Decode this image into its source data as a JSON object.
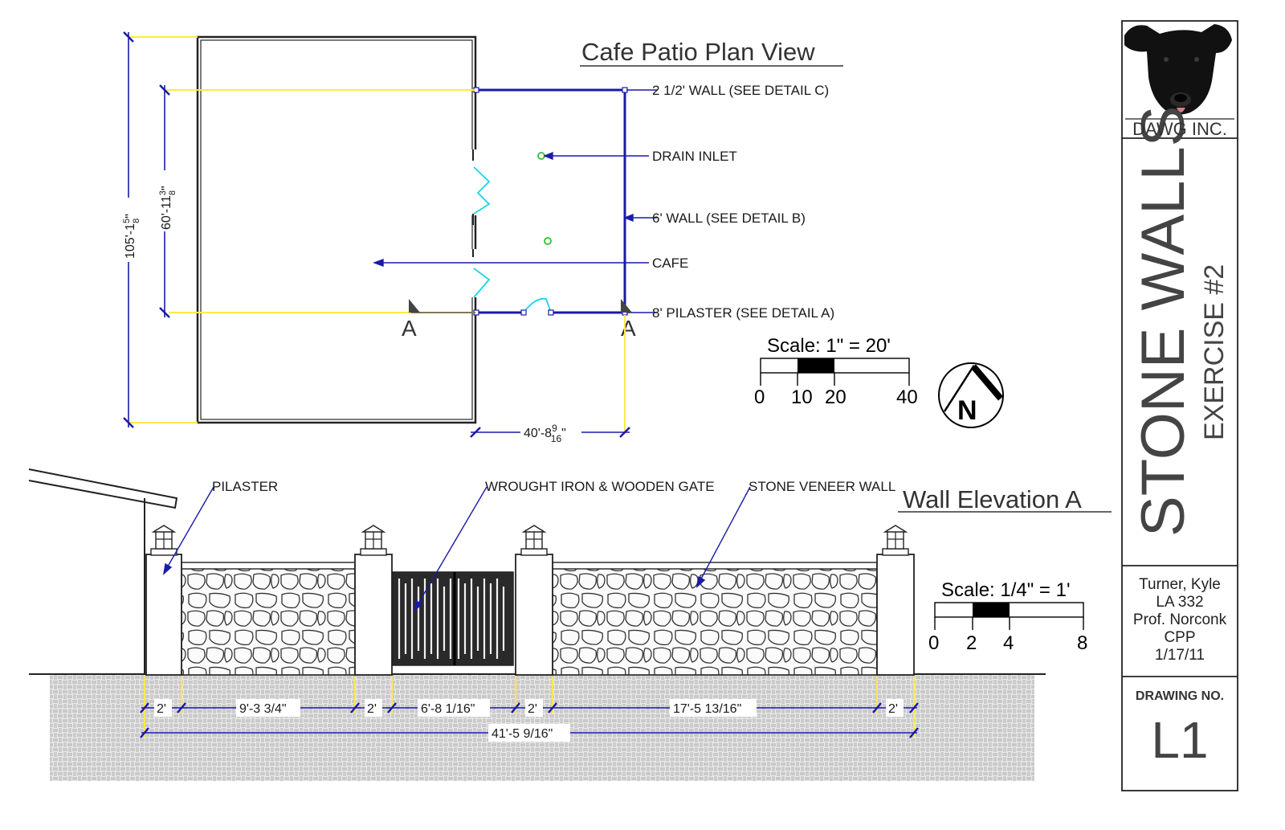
{
  "colors": {
    "blue": "#1a1aa8",
    "yellow": "#ffe84a",
    "cyan": "#1ad5e6",
    "green": "#2fbf2f",
    "line": "#222222"
  },
  "plan": {
    "title": "Cafe Patio Plan View",
    "callouts": {
      "wall_c": "2 1/2' WALL (SEE DETAIL C)",
      "drain": "DRAIN INLET",
      "wall_b": "6' WALL (SEE DETAIL B)",
      "cafe": "CAFE",
      "pilaster_a": "8' PILASTER (SEE DETAIL A)"
    },
    "section_mark": "A",
    "dims": {
      "overall_height": "105'-1",
      "overall_height_frac": {
        "num": "5",
        "den": "8"
      },
      "inner_height": "60'-11",
      "inner_height_frac": {
        "num": "3",
        "den": "8"
      },
      "width": "40'-8",
      "width_frac": {
        "num": "9",
        "den": "16"
      },
      "inch_mark": "\""
    },
    "scale": {
      "label": "Scale: 1\" = 20'",
      "ticks": [
        "0",
        "10",
        "20",
        "40"
      ]
    },
    "north": "N"
  },
  "elevation": {
    "title": "Wall Elevation A",
    "callouts": {
      "pilaster": "PILASTER",
      "gate": "WROUGHT IRON & WOODEN GATE",
      "stone": "STONE VENEER WALL"
    },
    "dims": {
      "p1": "2'",
      "w1": "9'-3 3/4\"",
      "p2": "2'",
      "gate": "6'-8 1/16\"",
      "p3": "2'",
      "w2": "17'-5 13/16\"",
      "p4": "2'",
      "total": "41'-5 9/16\""
    },
    "scale": {
      "label": "Scale: 1/4\" = 1'",
      "ticks": [
        "0",
        "2",
        "4",
        "8"
      ]
    }
  },
  "title_block": {
    "company": "DAWG INC.",
    "project": "STONE WALLS",
    "exercise": "EXERCISE #2",
    "info": [
      "Turner, Kyle",
      "LA 332",
      "Prof. Norconk",
      "CPP",
      "1/17/11"
    ],
    "drawing_no_label": "DRAWING NO.",
    "drawing_no": "L1"
  }
}
